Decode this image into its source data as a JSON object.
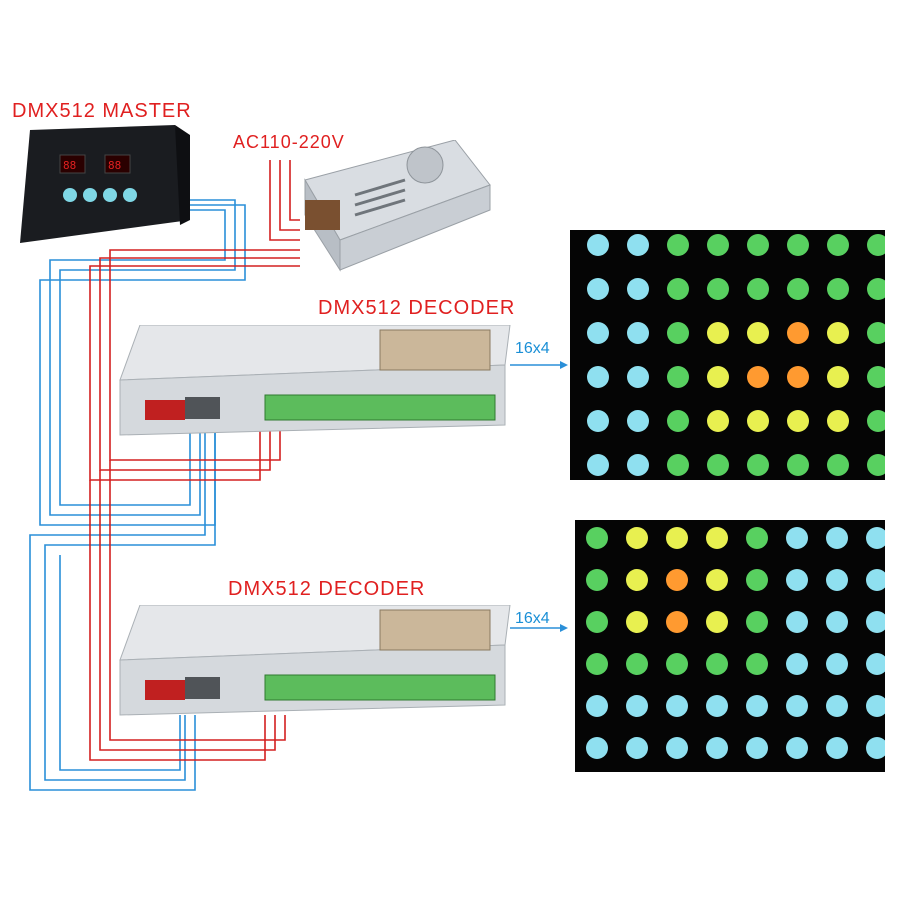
{
  "labels": {
    "master": "DMX512 MASTER",
    "power": "AC110-220V",
    "decoder_1": "DMX512 DECODER",
    "decoder_2": "DMX512 DECODER",
    "output_1": "16x4",
    "output_2": "16x4"
  },
  "colors": {
    "label_red": "#e02020",
    "wire_red": "#d42020",
    "wire_blue": "#2a8fd8",
    "panel_bg": "#050505"
  },
  "icons": {
    "master": "dmx-master-controller-icon",
    "power_supply": "power-supply-icon",
    "decoder": "dmx-decoder-box-icon",
    "led_matrix": "led-dot-matrix-icon"
  }
}
